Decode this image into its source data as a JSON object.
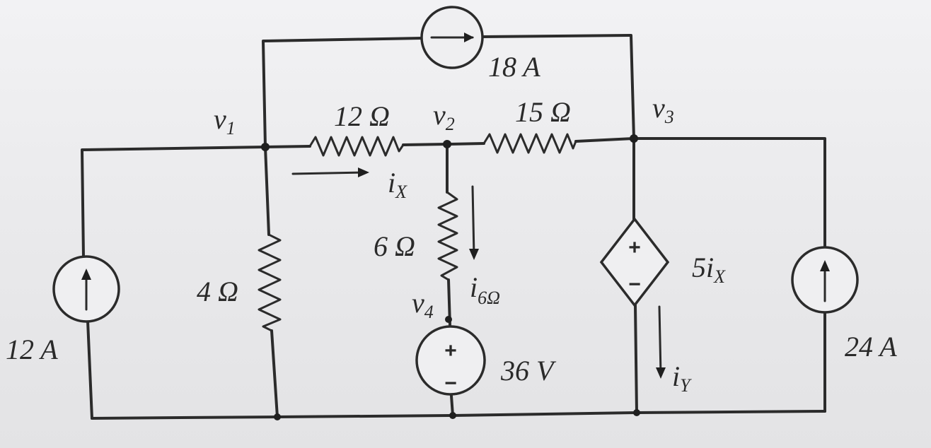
{
  "nodes": {
    "v1": "v",
    "v1_sub": "1",
    "v2": "v",
    "v2_sub": "2",
    "v3": "v",
    "v3_sub": "3",
    "v4": "v",
    "v4_sub": "4"
  },
  "components": {
    "r12": "12 Ω",
    "r15": "15 Ω",
    "r6": "6 Ω",
    "r4": "4 Ω",
    "is18": "18 A",
    "is12": "12 A",
    "is24": "24 A",
    "vs36": "36 V",
    "dep": "5i",
    "dep_sub": "X"
  },
  "currents": {
    "ix": "i",
    "ix_sub": "X",
    "i6": "i",
    "i6_sub": "6Ω",
    "iy": "i",
    "iy_sub": "Y"
  },
  "signs": {
    "plus": "+",
    "minus": "−"
  }
}
